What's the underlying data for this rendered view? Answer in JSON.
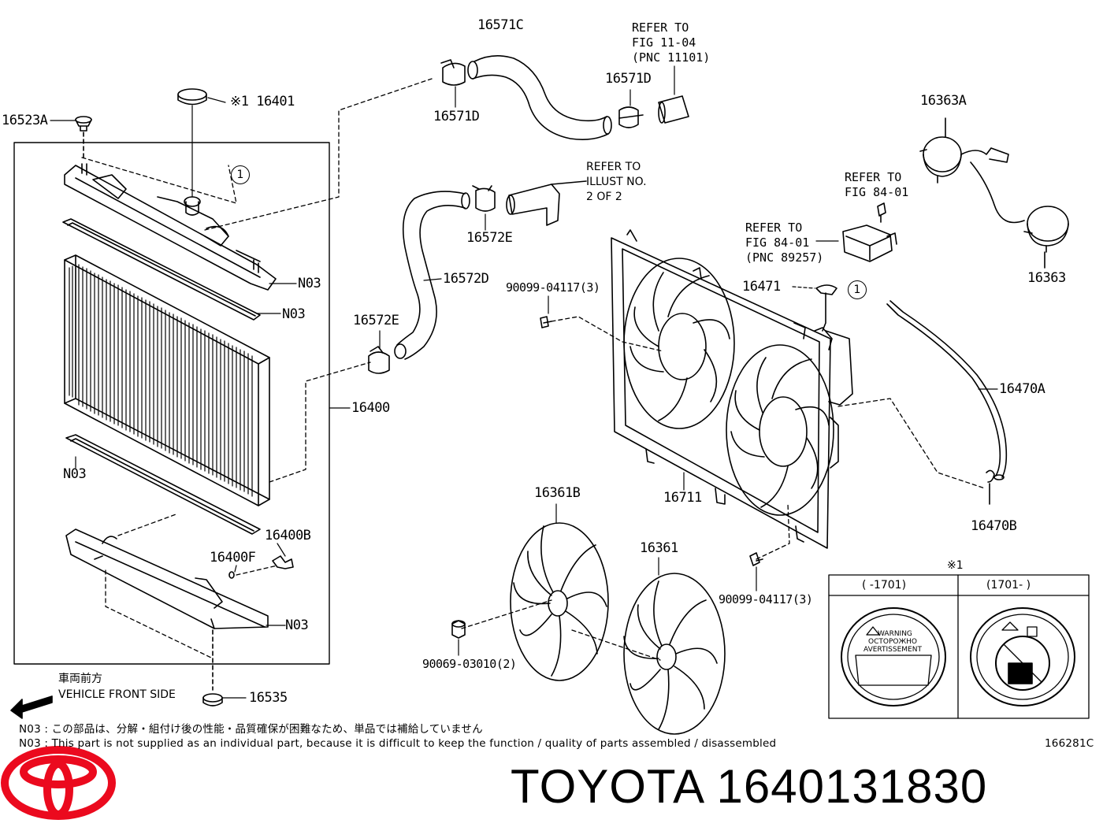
{
  "labels": {
    "p16571C": "16571C",
    "p16571D_a": "16571D",
    "p16571D_b": "16571D",
    "p16363A": "16363A",
    "p16363": "16363",
    "p16523A": "16523A",
    "p16401": "※1 16401",
    "p16572E_a": "16572E",
    "p16572E_b": "16572E",
    "p16572D": "16572D",
    "p90099_a": "90099-04117(3)",
    "p90099_b": "90099-04117(3)",
    "p16471": "16471",
    "p16470A": "16470A",
    "p16470B": "16470B",
    "p16400": "16400",
    "p16400B": "16400B",
    "p16400F": "16400F",
    "p16361B": "16361B",
    "p16361": "16361",
    "p16711": "16711",
    "p90069": "90069-03010(2)",
    "p16535": "16535",
    "n03_1": "N03",
    "n03_2": "N03",
    "n03_3": "N03",
    "n03_4": "N03",
    "circle1_a": "1",
    "circle1_b": "1"
  },
  "refs": {
    "fig1104": [
      "REFER TO",
      "FIG 11-04",
      "(PNC 11101)"
    ],
    "illust": [
      "REFER TO",
      "ILLUST NO.",
      "2 OF 2"
    ],
    "fig8401_a": [
      "REFER TO",
      "FIG 84-01"
    ],
    "fig8401_b": [
      "REFER TO",
      "FIG 84-01",
      "(PNC 89257)"
    ]
  },
  "annotation": {
    "mark": "※1",
    "col1": "(     -1701)",
    "col2": "(1701-     )",
    "cap_text": [
      "WARNING",
      "OCTOPOЖНО",
      "AVERTISSEMENT"
    ]
  },
  "front": {
    "jp": "車両前方",
    "en": "VEHICLE FRONT SIDE"
  },
  "notes": {
    "jp": "N03 : この部品は、分解・組付け後の性能・品質確保が困難なため、単品では補給していません",
    "en": "N03 : This part is not supplied as an individual part, because it is difficult to keep the function / quality of parts assembled / disassembled"
  },
  "figure_code": "166281C",
  "brand": {
    "text": "TOYOTA 1640131830",
    "logo_color": "#eb0a1e"
  }
}
